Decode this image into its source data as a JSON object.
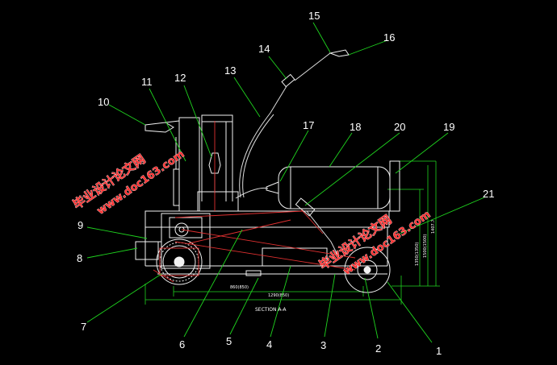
{
  "diagram": {
    "section_label": "SECTION  A-A",
    "callouts": [
      "1",
      "2",
      "3",
      "4",
      "5",
      "6",
      "7",
      "8",
      "9",
      "10",
      "11",
      "12",
      "13",
      "14",
      "15",
      "16",
      "17",
      "18",
      "19",
      "20",
      "21"
    ],
    "dimension_texts": {
      "inner_width": "860(850)",
      "outer_width": "1290(850)",
      "height_1": "1350(1350)",
      "height_2": "1500(1500)",
      "height_3": "1407.7"
    },
    "watermarks": [
      {
        "title": "毕业设计论文网",
        "url": "www.doc163.com"
      },
      {
        "title": "毕业设计论文网",
        "url": "www.doc163.com"
      }
    ]
  }
}
